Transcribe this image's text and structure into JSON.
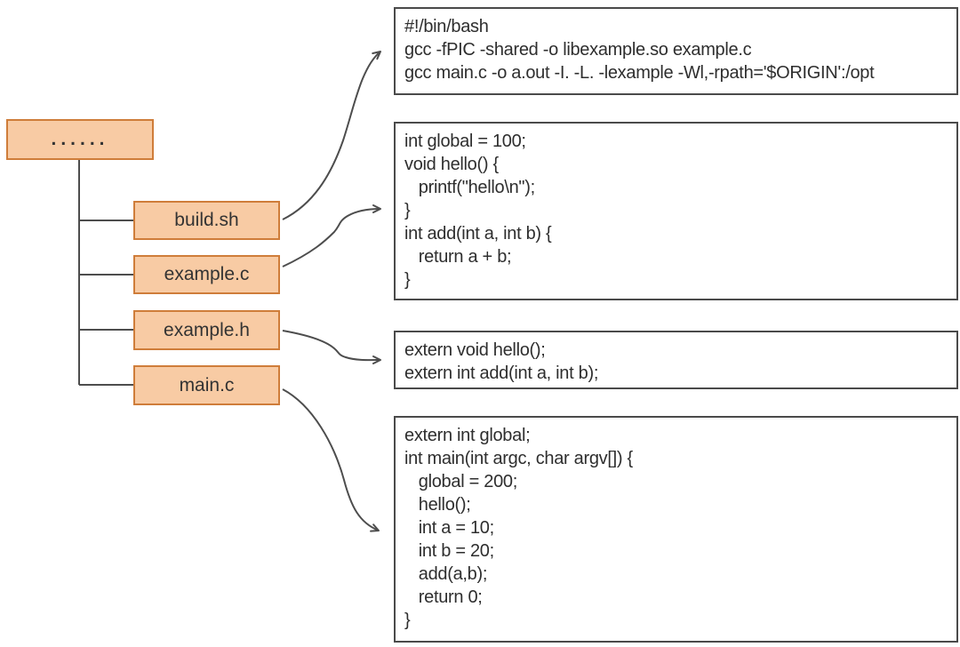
{
  "diagram": {
    "tree": {
      "root_label": "......",
      "files": [
        {
          "name": "build.sh"
        },
        {
          "name": "example.c"
        },
        {
          "name": "example.h"
        },
        {
          "name": "main.c"
        }
      ]
    },
    "code_boxes": [
      {
        "for_file": "build.sh",
        "lines": [
          "#!/bin/bash",
          "gcc -fPIC -shared -o libexample.so example.c",
          "gcc main.c -o a.out -I. -L. -lexample -Wl,-rpath='$ORIGIN':/opt"
        ]
      },
      {
        "for_file": "example.c",
        "lines": [
          "int global = 100;",
          "void hello() {",
          "   printf(\"hello\\n\");",
          "}",
          "int add(int a, int b) {",
          "   return a + b;",
          "}"
        ]
      },
      {
        "for_file": "example.h",
        "lines": [
          "extern void hello();",
          "extern int add(int a, int b);"
        ]
      },
      {
        "for_file": "main.c",
        "lines": [
          "extern int global;",
          "int main(int argc, char argv[]) {",
          "   global = 200;",
          "   hello();",
          "   int a = 10;",
          "   int b = 20;",
          "   add(a,b);",
          "   return 0;",
          "}"
        ]
      }
    ],
    "colors": {
      "file_box_fill": "#f8cba4",
      "file_box_border": "#cf7d3a",
      "code_box_border": "#4a4a4a",
      "connector_line": "#4d4d4d",
      "text": "#2e2e2e"
    }
  }
}
